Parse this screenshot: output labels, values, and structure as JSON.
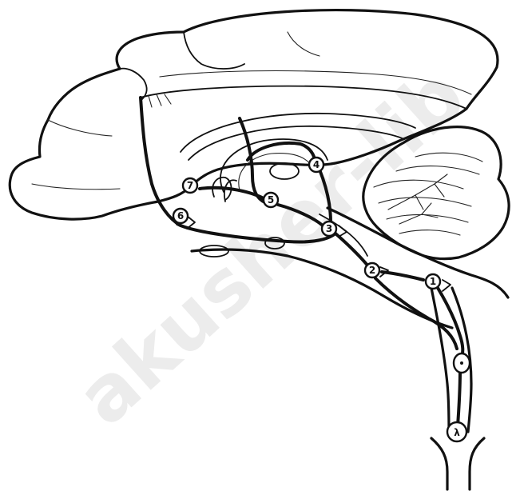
{
  "diagram": {
    "nodes": [
      {
        "id": "node-1",
        "label": "1"
      },
      {
        "id": "node-2",
        "label": "2"
      },
      {
        "id": "node-3",
        "label": "3"
      },
      {
        "id": "node-4",
        "label": "4"
      },
      {
        "id": "node-5",
        "label": "5"
      },
      {
        "id": "node-6",
        "label": "6"
      },
      {
        "id": "node-7",
        "label": "7"
      }
    ],
    "receptor_label": "λ"
  },
  "watermark": {
    "text": "akusher-lib"
  }
}
